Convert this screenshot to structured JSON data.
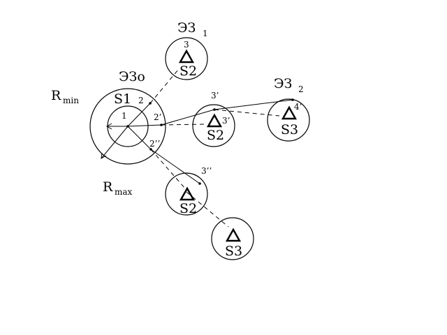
{
  "labels": {
    "ez0": "ЭЗо",
    "ez1": "ЭЗ",
    "ez1_sub": "1",
    "ez2": "ЭЗ",
    "ez2_sub": "2",
    "rmin": "R",
    "rmin_sub": "min",
    "rmax": "R",
    "rmax_sub": "max"
  },
  "nodes": {
    "s1": "S1",
    "s2_top": "S2",
    "s2_mid": "S2",
    "s3_right": "S3",
    "s2_low": "S2",
    "s3_bottom": "S3"
  },
  "points": {
    "p1": "1",
    "p2": "2",
    "p2a": "2’",
    "p2b": "2’’",
    "p3": "3",
    "p3a": "3’",
    "p3a2": "3’",
    "p3b": "3’’",
    "p4a": "4’"
  }
}
